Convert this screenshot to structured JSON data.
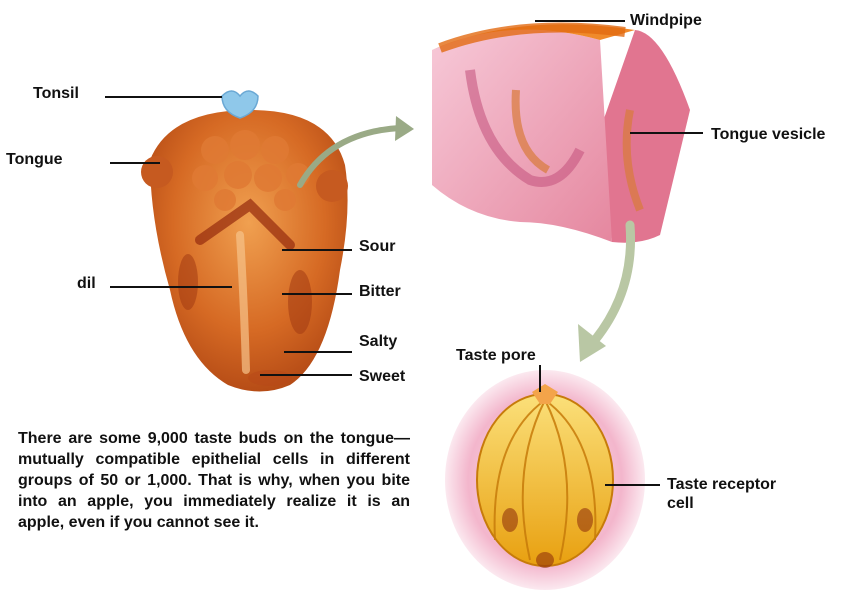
{
  "labels": {
    "tonsil": "Tonsil",
    "tongue": "Tongue",
    "dil": "dil",
    "sour": "Sour",
    "bitter": "Bitter",
    "salty": "Salty",
    "sweet": "Sweet",
    "windpipe": "Windpipe",
    "tongue_vesicle": "Tongue vesicle",
    "taste_pore": "Taste pore",
    "taste_receptor_cell": "Taste receptor\ncell"
  },
  "description": "There are some 9,000 taste buds on the tongue—mutually compatible epithelial cells in different groups of 50 or 1,000. That is why, when you bite into an apple, you immediately realize it is an apple, even if you cannot see it.",
  "colors": {
    "tongue_base": "#c8551c",
    "tongue_light": "#e88a3c",
    "tonsil": "#8fc8ea",
    "tissue_pink": "#f2b3c7",
    "tissue_deep": "#d9637f",
    "windpipe_top": "#f08a2a",
    "bud_yellow": "#f7c21e",
    "arrow_fill": "#b9c7a4"
  }
}
